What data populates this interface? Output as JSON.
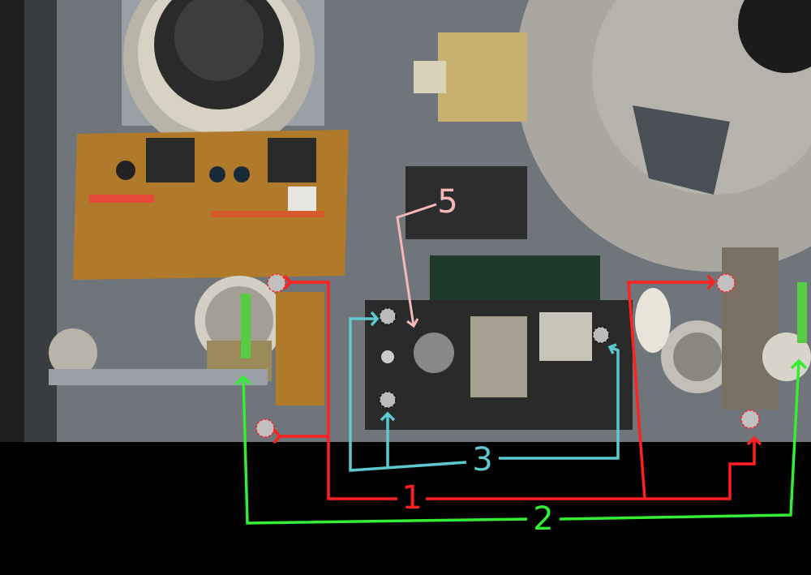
{
  "photo": {
    "colors": {
      "background": "#000000",
      "chassis": "#8b9096",
      "chassis_dark": "#5c6268",
      "pcb": "#b07a2a",
      "reel": "#a9a79f",
      "metal": "#c9c6bd"
    }
  },
  "callouts": {
    "label_1": "1",
    "label_2": "2",
    "label_3": "3",
    "label_5": "5",
    "colors": {
      "c1": "#ff2020",
      "c2": "#33ee33",
      "c3": "#5cc8d0",
      "c5": "#f4b8b8"
    }
  }
}
